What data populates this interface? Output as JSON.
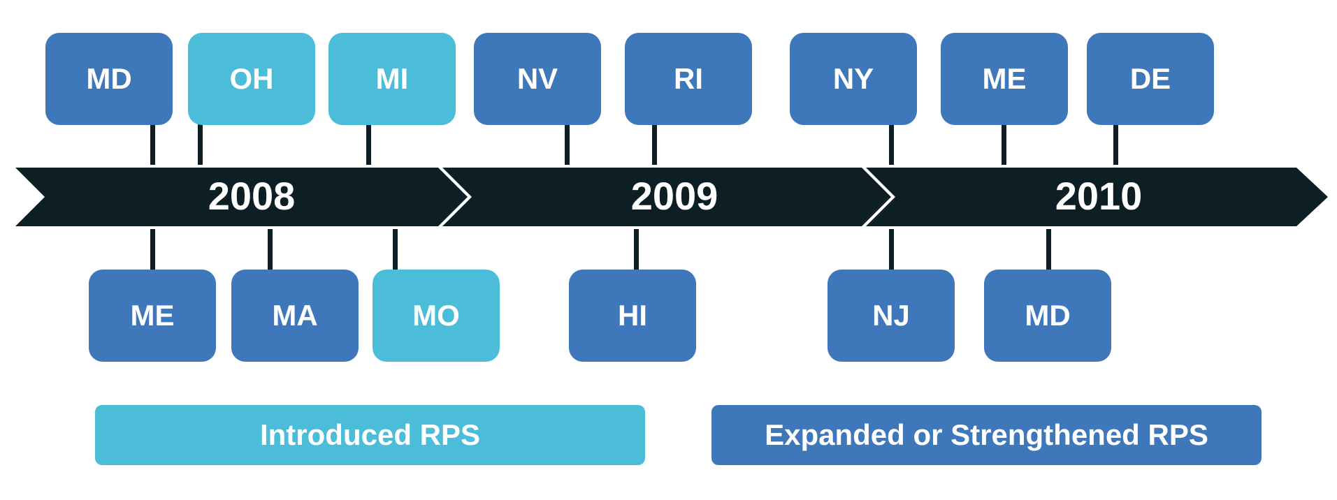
{
  "colors": {
    "introduced": "#4bbdd8",
    "expanded": "#3f77bb",
    "arrow": "#0d1f24",
    "text": "#ffffff"
  },
  "years": [
    "2008",
    "2009",
    "2010"
  ],
  "top_row": [
    {
      "label": "MD",
      "type": "expanded"
    },
    {
      "label": "OH",
      "type": "introduced"
    },
    {
      "label": "MI",
      "type": "introduced"
    },
    {
      "label": "NV",
      "type": "expanded"
    },
    {
      "label": "RI",
      "type": "expanded"
    },
    {
      "label": "NY",
      "type": "expanded"
    },
    {
      "label": "ME",
      "type": "expanded"
    },
    {
      "label": "DE",
      "type": "expanded"
    }
  ],
  "bottom_row": [
    {
      "label": "ME",
      "type": "expanded"
    },
    {
      "label": "MA",
      "type": "expanded"
    },
    {
      "label": "MO",
      "type": "introduced"
    },
    {
      "label": "HI",
      "type": "expanded"
    },
    {
      "label": "NJ",
      "type": "expanded"
    },
    {
      "label": "MD",
      "type": "expanded"
    }
  ],
  "legend": {
    "introduced_label": "Introduced RPS",
    "expanded_label": "Expanded or Strengthened RPS"
  }
}
